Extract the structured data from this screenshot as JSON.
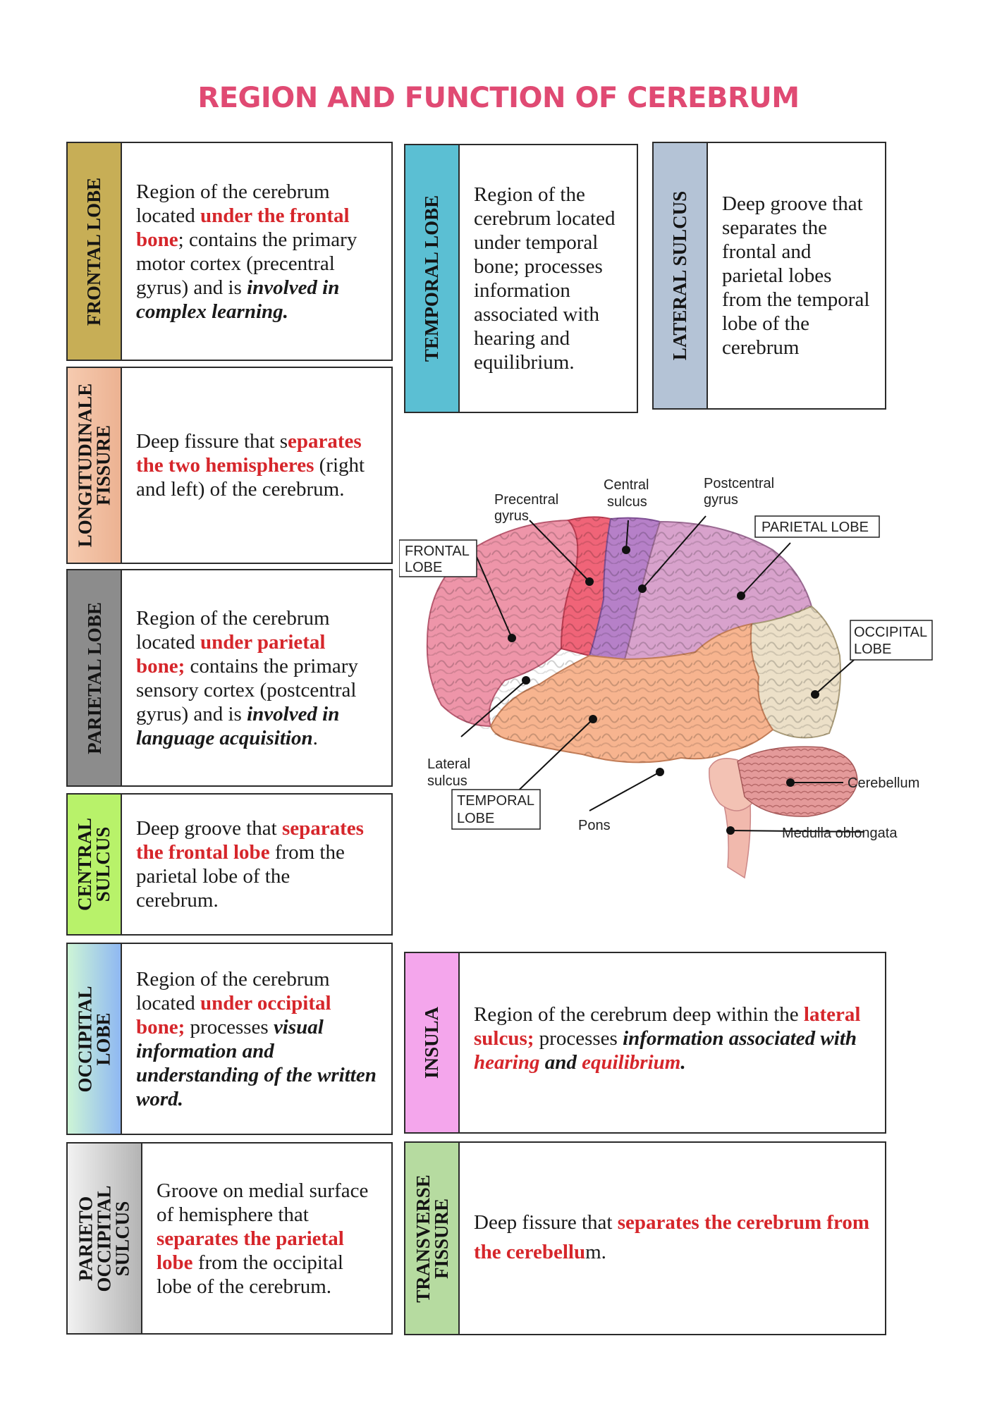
{
  "title": "REGION AND FUNCTION OF CEREBRUM",
  "cards": {
    "frontal": {
      "label": "FRONTAL LOBE",
      "t1": "Region of the cerebrum located ",
      "r1": "under the frontal bone",
      "t2": "; contains the primary motor cortex (precentral gyrus) and is ",
      "b1": "involved in complex learning."
    },
    "longitudinal": {
      "label1": "LONGITUDINALE",
      "label2": "FISSURE",
      "t1": "Deep fissure that s",
      "r1": "eparates the two hemispheres",
      "t2": " (right and left) of the cerebrum."
    },
    "parietal": {
      "label": "PARIETAL LOBE",
      "t1": "Region of the cerebrum located ",
      "r1": "under parietal bone;",
      "t2": " contains the primary sensory cortex (postcentral gyrus) and is ",
      "b1": "involved in language acquisition",
      "t3": "."
    },
    "central": {
      "label1": "CENTRAL",
      "label2": "SULCUS",
      "t1": " Deep groove that ",
      "r1": "separates the frontal lobe",
      "t2": " from the parietal lobe of the cerebrum."
    },
    "occipital": {
      "label1": "OCCIPITAL",
      "label2": "LOBE",
      "t1": "Region of the cerebrum located ",
      "r1": "under occipital bone;",
      "t2": " processes ",
      "b1": "visual information and understanding of the written word."
    },
    "parieto": {
      "label1": "PARIETO",
      "label2": "OCCIPITAL",
      "label3": "SULCUS",
      "t1": "Groove on medial surface of hemisphere that ",
      "r1": "separates the parietal lobe",
      "t2": " from the occipital lobe of the cerebrum."
    },
    "temporal": {
      "label": "TEMPORAL LOBE",
      "t1": "Region of the cerebrum located under temporal bone; processes information associated with hearing and equilibrium."
    },
    "lateral": {
      "label": "LATERAL SULCUS",
      "t1": " Deep groove that separates the frontal and parietal lobes from the temporal lobe of the cerebrum"
    },
    "insula": {
      "label": "INSULA",
      "t1": "Region of the cerebrum deep within the ",
      "r1": "lateral sulcus;",
      "t2": " processes ",
      "b1": "information associated with ",
      "r2": "hearing",
      "b2": " and ",
      "r3": "equilibrium",
      "b3": "."
    },
    "transverse": {
      "label1": "TRANSVERSE",
      "label2": "FISSURE",
      "t1": "Deep fissure that ",
      "r1": "separates the cerebrum from the cerebellu",
      "t2": "m."
    }
  },
  "diagram": {
    "central_sulcus_1": "Central",
    "central_sulcus_2": "sulcus",
    "postcentral_1": "Postcentral",
    "postcentral_2": "gyrus",
    "precentral_1": "Precentral",
    "precentral_2": "gyrus",
    "frontal_1": "FRONTAL",
    "frontal_2": "LOBE",
    "parietal": "PARIETAL LOBE",
    "occipital_1": "OCCIPITAL",
    "occipital_2": "LOBE",
    "lateral_1": "Lateral",
    "lateral_2": "sulcus",
    "temporal_1": "TEMPORAL",
    "temporal_2": "LOBE",
    "pons": "Pons",
    "cerebellum": "Cerebellum",
    "medulla": "Medulla oblongata"
  },
  "colors": {
    "title": "#e04a73",
    "highlight": "#d6262b",
    "frontal_tab": "#c7ae56",
    "longitudinal_tab": "#f2c1a2",
    "parietal_tab": "#8c8c8c",
    "central_tab": "#b8f26a",
    "occipital_tab": "#9ec5f2",
    "parieto_tab": "#c9c9c9",
    "temporal_tab": "#5bbfd3",
    "lateral_tab": "#b4c3d6",
    "insula_tab": "#f4a6ec",
    "transverse_tab": "#b6dba0"
  }
}
